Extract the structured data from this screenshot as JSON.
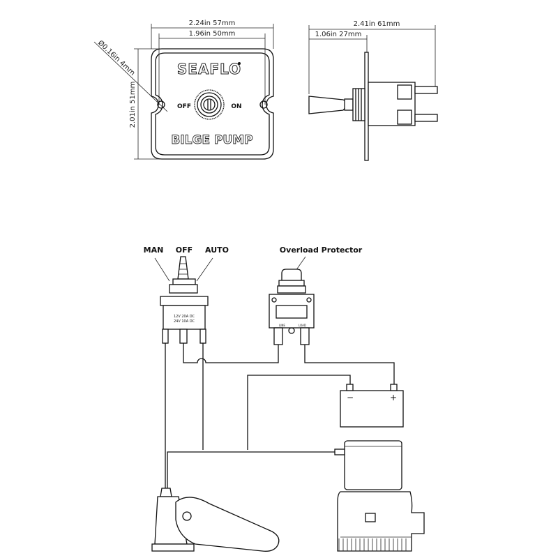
{
  "front_view": {
    "brand": "SEAFLO",
    "off_label": "OFF",
    "on_label": "ON",
    "panel_label": "BILGE PUMP",
    "dim_overall_width": "2.24in 57mm",
    "dim_hole_spacing": "1.96in 50mm",
    "dim_height": "2.01in 51mm",
    "dim_hole_diameter": "Ø0.16in  4mm"
  },
  "side_view": {
    "dim_total_depth": "2.41in 61mm",
    "dim_front_depth": "1.06in 27mm"
  },
  "wiring": {
    "switch_positions": [
      "MAN",
      "OFF",
      "AUTO"
    ],
    "switch_rating_line1": "12V  20A  DC",
    "switch_rating_line2": "24V  10A  DC",
    "protector_label": "Overload Protector",
    "protector_terminal_left": "LINE",
    "protector_terminal_right": "LOAD",
    "battery_negative": "−",
    "battery_positive": "+"
  }
}
